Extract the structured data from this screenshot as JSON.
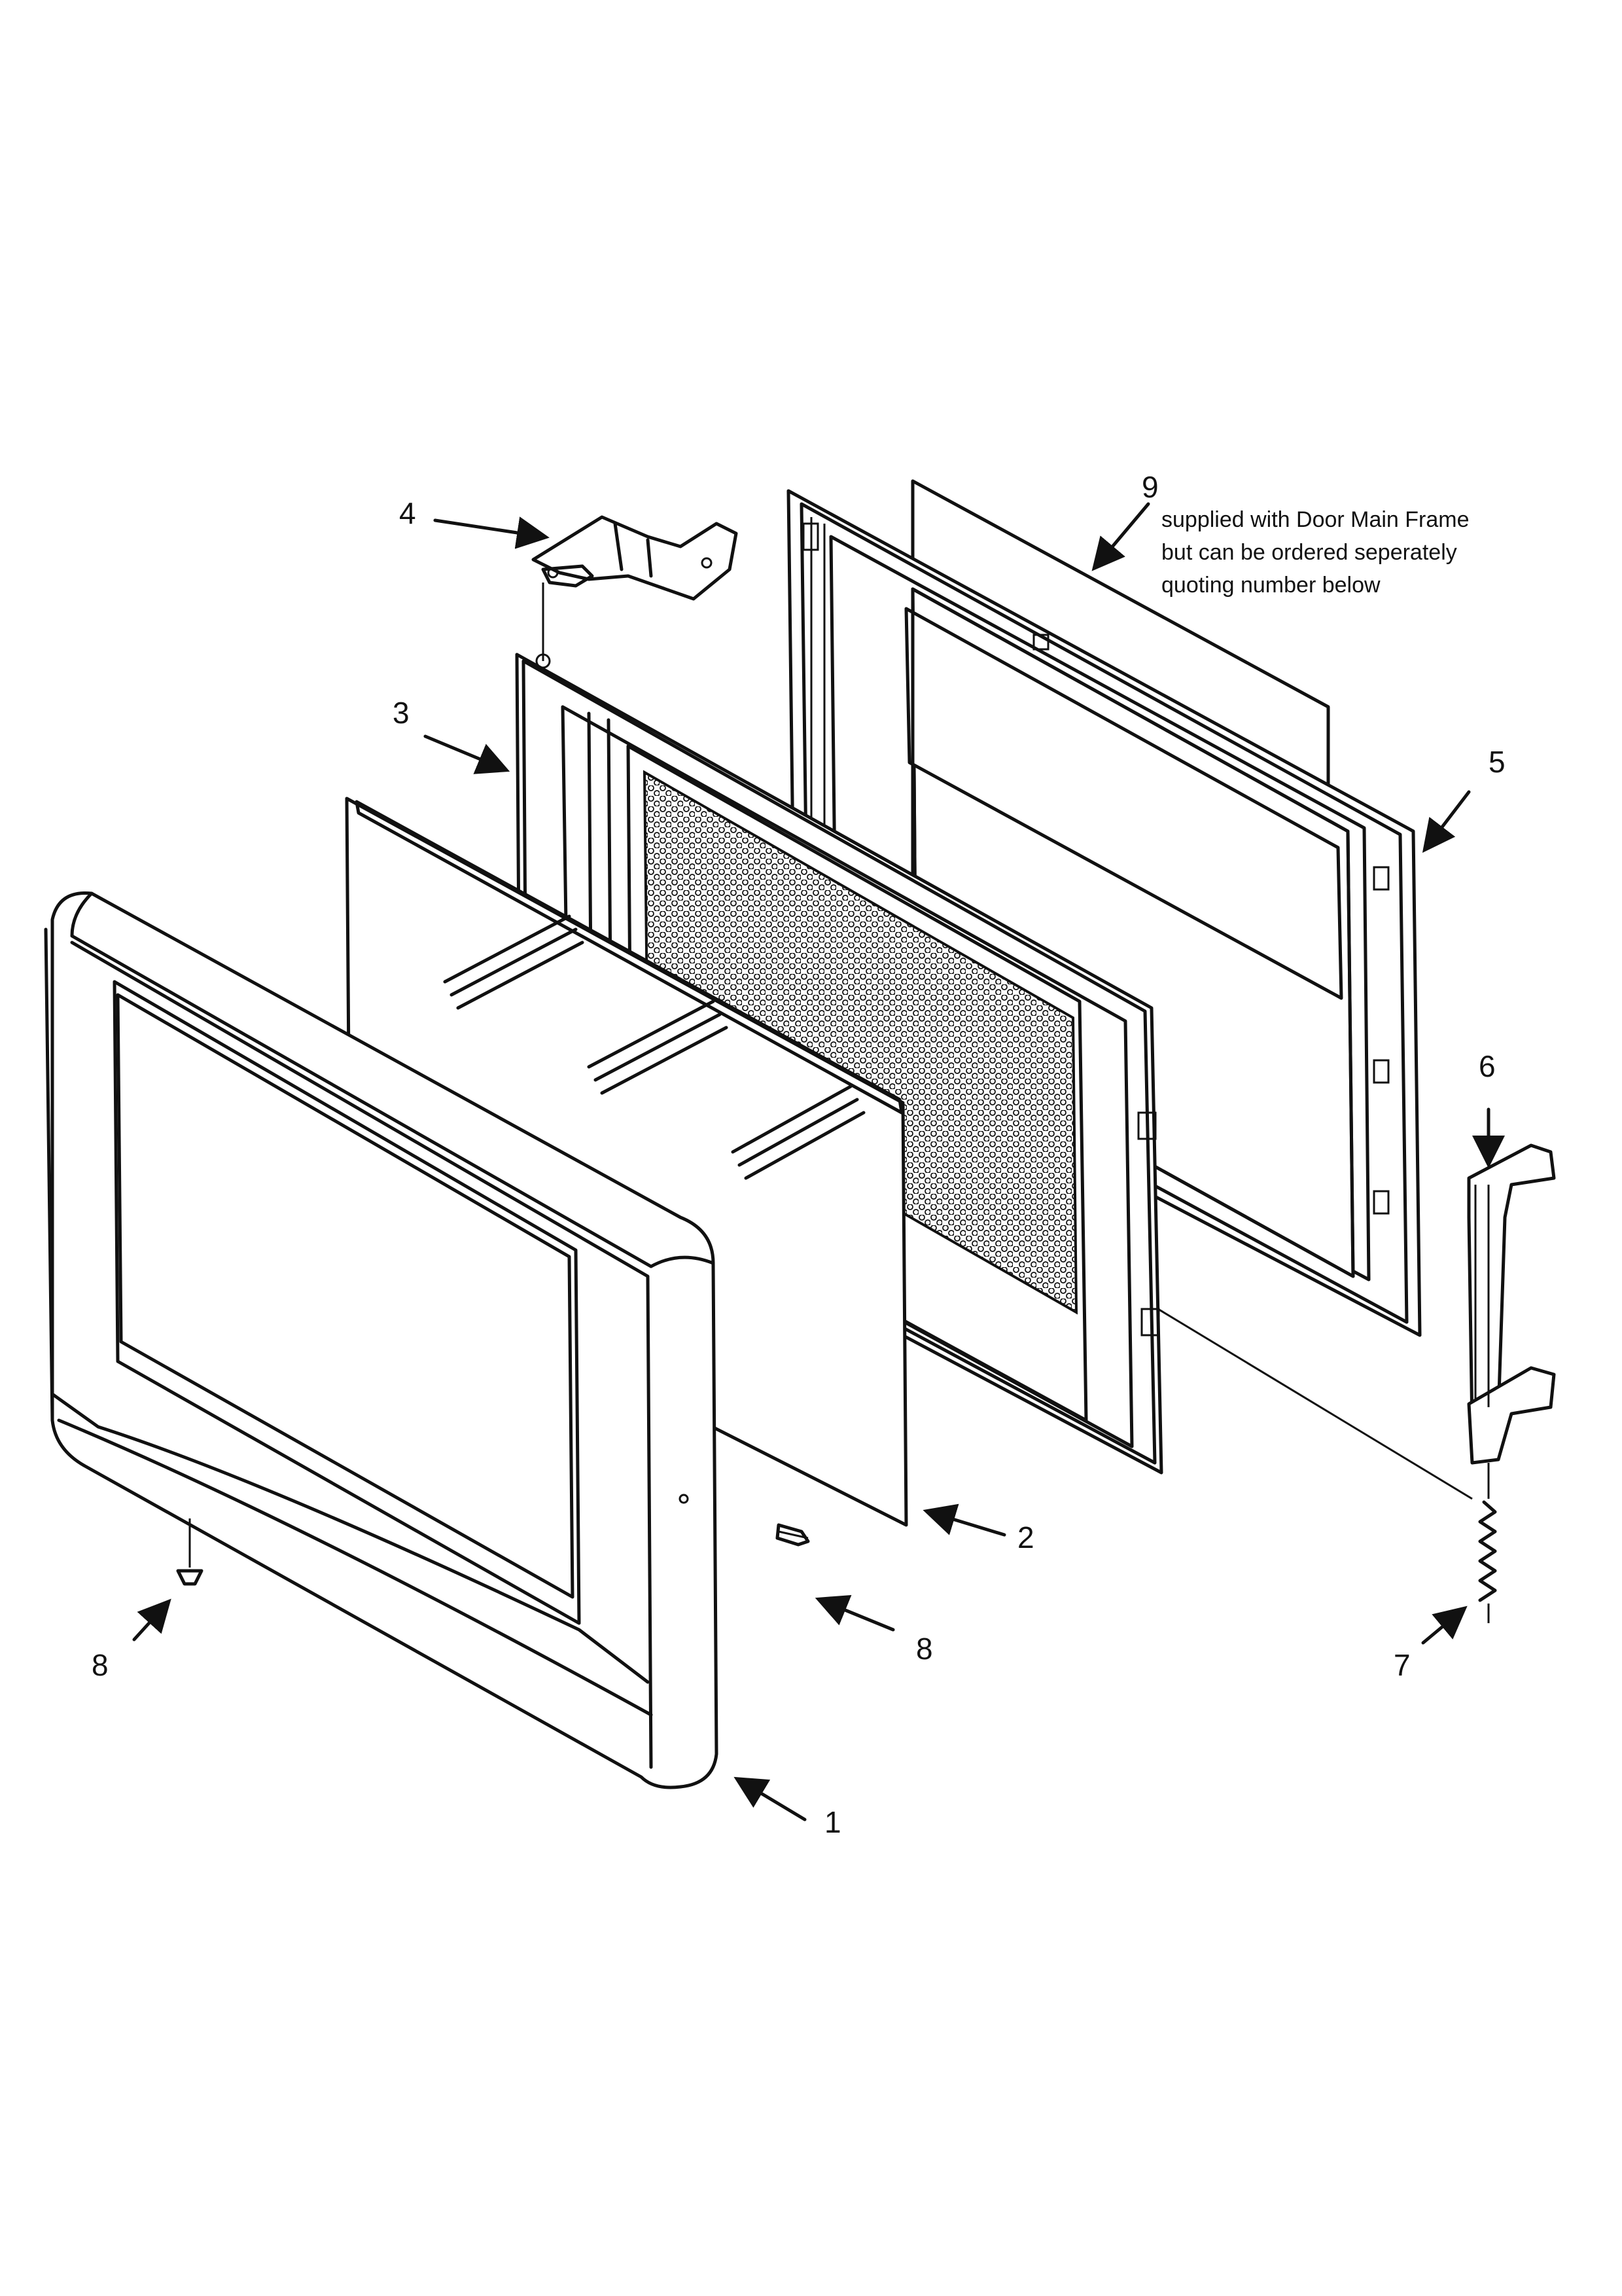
{
  "callouts": {
    "c1": "1",
    "c2": "2",
    "c3": "3",
    "c4": "4",
    "c5": "5",
    "c6": "6",
    "c7": "7",
    "c8a": "8",
    "c8b": "8",
    "c9": "9"
  },
  "note": {
    "line1": "supplied with Door Main Frame",
    "line2": "but can be ordered seperately",
    "line3": "quoting number below"
  }
}
